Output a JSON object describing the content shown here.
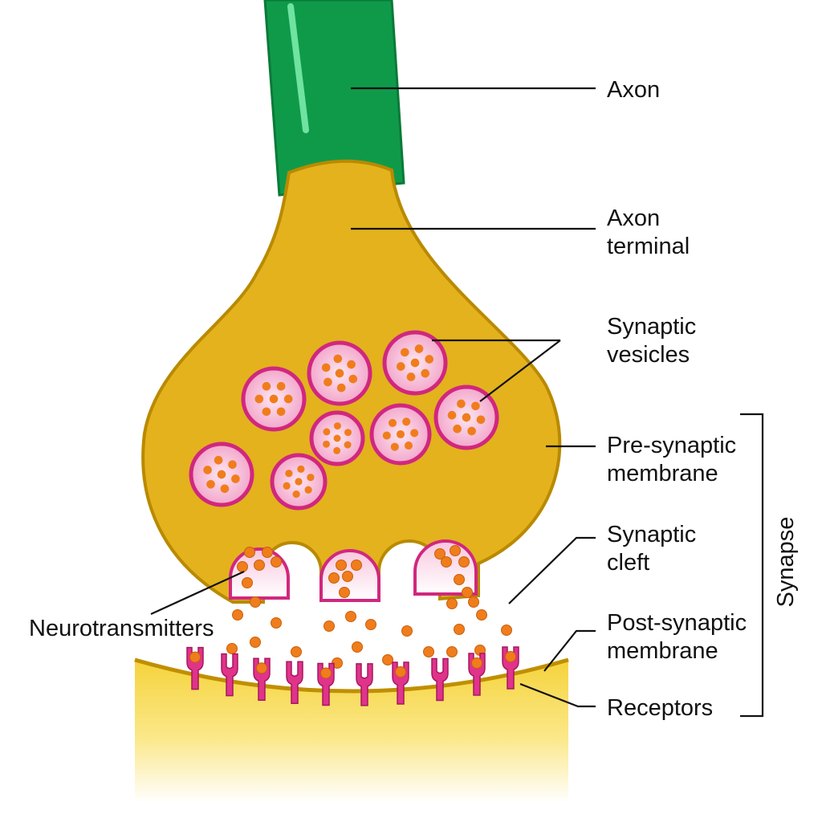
{
  "colors": {
    "axon": "#0f9a4a",
    "axon_highlight": "#6fe3a0",
    "terminal_fill": "#e3b21d",
    "terminal_outline": "#b98a00",
    "vesicle_outline": "#d1277f",
    "vesicle_fill": "#f7bfd8",
    "neurotransmitter": "#f07d1c",
    "receptor": "#e0338a",
    "postsynaptic_fill": "#f5d33c"
  },
  "labels": {
    "axon": "Axon",
    "axon_terminal_line1": "Axon",
    "axon_terminal_line2": "terminal",
    "synaptic_vesicles_line1": "Synaptic",
    "synaptic_vesicles_line2": "vesicles",
    "presynaptic_line1": "Pre-synaptic",
    "presynaptic_line2": "membrane",
    "synaptic_cleft_line1": "Synaptic",
    "synaptic_cleft_line2": "cleft",
    "postsynaptic_line1": "Post-synaptic",
    "postsynaptic_line2": "membrane",
    "receptors": "Receptors",
    "neurotransmitters": "Neurotransmitters",
    "synapse": "Synapse"
  }
}
